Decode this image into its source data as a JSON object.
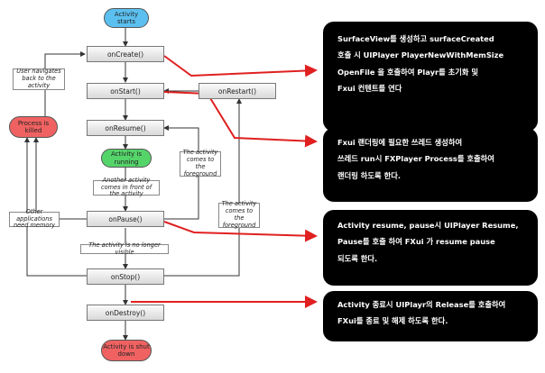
{
  "lifecycle": {
    "activity_starts": "Activity starts",
    "on_create": "onCreate()",
    "on_start": "onStart()",
    "on_restart": "onRestart()",
    "on_resume": "onResume()",
    "activity_running": "Activity is running",
    "on_pause": "onPause()",
    "on_stop": "onStop()",
    "on_destroy": "onDestroy()",
    "activity_shut_down": "Activity is shut down",
    "process_killed": "Process is killed"
  },
  "notes": {
    "user_navigates_back": "User navigates back to the activity",
    "another_activity_front": "Another activity comes in front of the activity",
    "comes_to_foreground_1": "The activity comes to the foreground",
    "comes_to_foreground_2": "The activity comes to the foreground",
    "other_apps_need_memory": "Other applications need memory",
    "no_longer_visible": "The activity is no longer visible"
  },
  "callouts": [
    {
      "lines": [
        "SurfaceView를 생성하고 surfaceCreated",
        "호출 시 UIPlayer PlayerNewWithMemSize",
        "OpenFile 을 호출하여 Playr를 초기화 및",
        "Fxui 컨텐트를 연다"
      ]
    },
    {
      "lines": [
        "Fxui 랜더링에 필요한 쓰레드 생성하여",
        "쓰레드 run시 FXPlayer Process를 호출하여",
        "랜더링 하도록 한다."
      ]
    },
    {
      "lines": [
        "Activity resume, pause시 UIPlayer Resume,",
        "Pause를 호출 하여 FXui 가 resume pause",
        "되도록 한다."
      ]
    },
    {
      "lines": [
        "Activity 종료시 UIPlayr의 Release를 호출하여",
        "FXui를 종료 및 해제 하도록 한다."
      ]
    }
  ],
  "colors": {
    "start": "#5bc0f0",
    "running": "#55d46a",
    "terminal": "#f06262",
    "callout_arrow": "#e02020",
    "callout_bg": "#000000"
  }
}
